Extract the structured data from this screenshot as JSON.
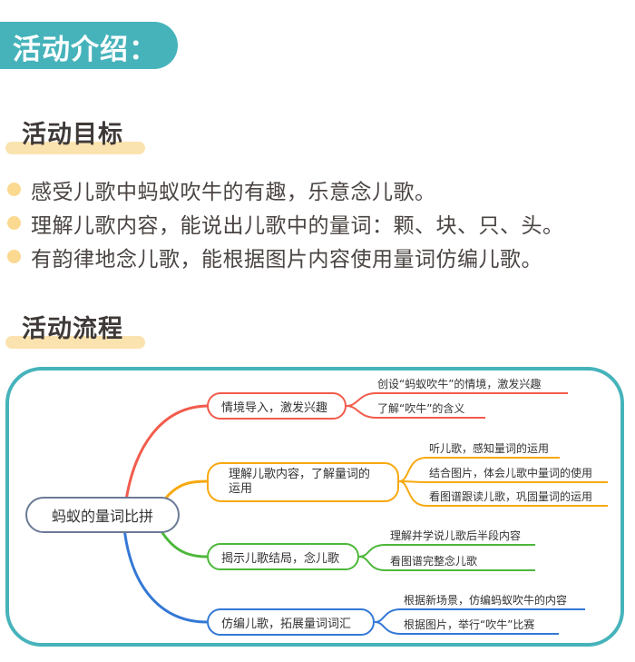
{
  "intro": {
    "title": "活动介绍："
  },
  "goals_section": {
    "title": "活动目标",
    "items": [
      "感受儿歌中蚂蚁吹牛的有趣，乐意念儿歌。",
      "理解儿歌内容，能说出儿歌中的量词：颗、块、只、头。",
      "有韵律地念儿歌，能根据图片内容使用量词仿编儿歌。"
    ],
    "bullet_color": "#fbd990"
  },
  "process_section": {
    "title": "活动流程"
  },
  "mindmap": {
    "root": "蚂蚁的量词比拼",
    "frame_color": "#46b3bb",
    "branches": [
      {
        "label": "情境导入，激发兴趣",
        "color": "#f25b4c",
        "leaves": [
          "创设“蚂蚁吹牛”的情境，激发兴趣",
          "了解“吹牛”的含义"
        ]
      },
      {
        "label": "理解儿歌内容，了解量词的运用",
        "label_line1": "理解儿歌内容，了解量词的",
        "label_line2": "运用",
        "color": "#f7a90f",
        "leaves": [
          "听儿歌，感知量词的运用",
          "结合图片，体会儿歌中量词的使用",
          "看图谱跟读儿歌，巩固量词的运用"
        ]
      },
      {
        "label": "揭示儿歌结局，念儿歌",
        "color": "#4db83a",
        "leaves": [
          "理解并学说儿歌后半段内容",
          "看图谱完整念儿歌"
        ]
      },
      {
        "label": "仿编儿歌，拓展量词词汇",
        "color": "#3478d6",
        "leaves": [
          "根据新场景，仿编蚂蚁吹牛的内容",
          "根据图片，举行“吹牛”比赛"
        ]
      }
    ]
  }
}
